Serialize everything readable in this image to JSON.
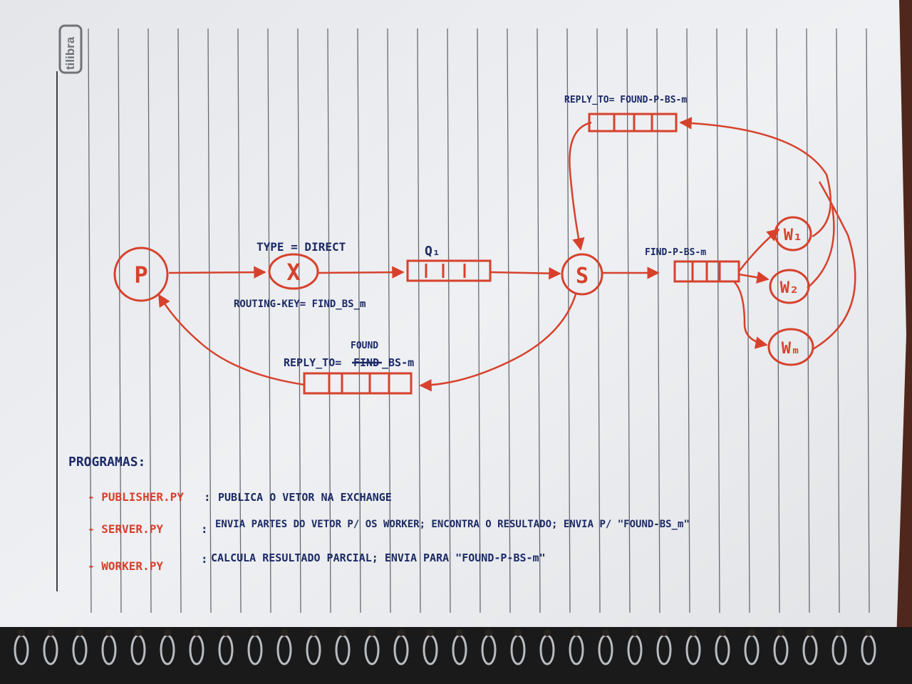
{
  "brand": {
    "logo_text": "tilibra"
  },
  "nodes": {
    "publisher": "P",
    "exchange": "X",
    "server": "S",
    "worker_1": "W₁",
    "worker_2": "W₂",
    "worker_m": "Wₘ"
  },
  "labels": {
    "exchange_type": "TYPE = DIRECT",
    "routing_key": "ROUTING-KEY= FIND_BS_m",
    "queue_q1": "Q₁",
    "find_queue": "FIND-P-BS-m",
    "reply_to_top": "REPLY_TO= FOUND-P-BS-m",
    "reply_to_bottom_prefix": "REPLY_TO=",
    "reply_to_bottom_struck": "FIND",
    "reply_to_bottom_suffix": "_BS-m",
    "reply_to_bottom_correction": "FOUND"
  },
  "programs": {
    "heading": "PROGRAMAS:",
    "items": [
      {
        "name": "- PUBLISHER.PY",
        "sep": ":",
        "desc": "PUBLICA O VETOR NA EXCHANGE"
      },
      {
        "name": "- SERVER.PY",
        "sep": ":",
        "desc": "ENVIA PARTES DO VETOR P/ OS WORKER; ENCONTRA O RESULTADO; ENVIA P/ \"FOUND-BS_m\""
      },
      {
        "name": "- WORKER.PY",
        "sep": ":",
        "desc": "CALCULA RESULTADO PARCIAL; ENVIA PARA \"FOUND-P-BS-m\""
      }
    ]
  },
  "colors": {
    "ink_red": "#d7412c",
    "ink_blue": "#1c2a66",
    "paper": "#ecedf0",
    "rule_line": "#3d4046"
  },
  "icons": {
    "logo": "tilibra-logo",
    "spiral": "spiral-binding-icon"
  }
}
